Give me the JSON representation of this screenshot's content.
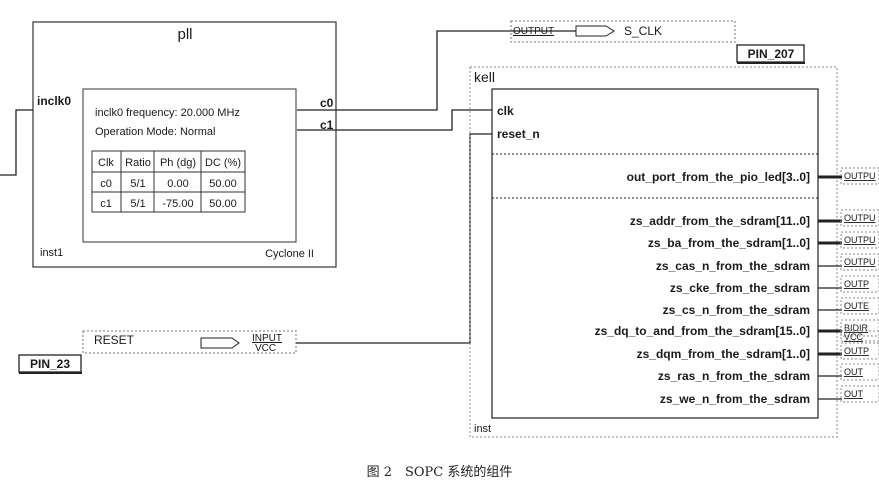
{
  "pll": {
    "title": "pll",
    "input_pin": "inclk0",
    "outputs": [
      "c0",
      "c1"
    ],
    "inst": "inst1",
    "family": "Cyclone II",
    "freq_text": "inclk0 frequency: 20.000 MHz",
    "mode_text": "Operation Mode: Normal",
    "table": {
      "headers": [
        "Clk",
        "Ratio",
        "Ph (dg)",
        "DC (%)"
      ],
      "rows": [
        [
          "c0",
          "5/1",
          "0.00",
          "50.00"
        ],
        [
          "c1",
          "5/1",
          "-75.00",
          "50.00"
        ]
      ]
    }
  },
  "s_clk": {
    "type": "OUTPUT",
    "name": "S_CLK",
    "pin": "PIN_207"
  },
  "reset": {
    "name": "RESET",
    "type": "INPUT",
    "value": "VCC",
    "pin": "PIN_23"
  },
  "kell": {
    "title": "kell",
    "inst": "inst",
    "inputs": [
      "clk",
      "reset_n"
    ],
    "outputs": [
      "out_port_from_the_pio_led[3..0]",
      "zs_addr_from_the_sdram[11..0]",
      "zs_ba_from_the_sdram[1..0]",
      "zs_cas_n_from_the_sdram",
      "zs_cke_from_the_sdram",
      "zs_cs_n_from_the_sdram",
      "zs_dq_to_and_from_the_sdram[15..0]",
      "zs_dqm_from_the_sdram[1..0]",
      "zs_ras_n_from_the_sdram",
      "zs_we_n_from_the_sdram"
    ]
  },
  "right_stubs": [
    "OUTPU",
    "OUTPU",
    "OUTPU",
    "OUTPU",
    "OUTP",
    "OUTE",
    "BIDIR",
    "VCC",
    "OUTP",
    "OUT",
    "OUT"
  ],
  "caption": "图 2　SOPC 系统的组件"
}
